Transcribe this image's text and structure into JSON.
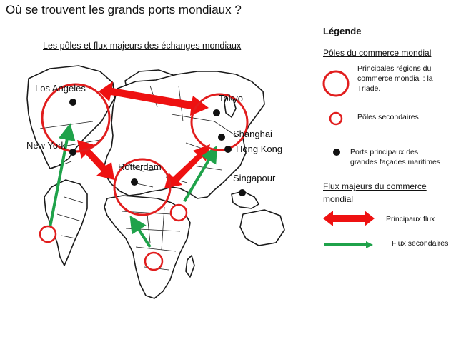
{
  "title": "Où se trouvent les grands ports mondiaux ?",
  "map_title": "Les pôles et flux majeurs des échanges mondiaux",
  "cities": {
    "los_angeles": "Los Angeles",
    "new_york": "New York",
    "rotterdam": "Rotterdam",
    "tokyo": "Tokyo",
    "shanghai": "Shanghai",
    "hong_kong": "Hong Kong",
    "singapour": "Singapour"
  },
  "legend": {
    "title": "Légende",
    "poles_heading": "Pôles du commerce mondial",
    "triade_line1": "Principales régions du",
    "triade_line2": "commerce mondial : la",
    "triade_line3": "Triade.",
    "secondary_poles": "Pôles secondaires",
    "ports_line1": "Ports principaux des",
    "ports_line2": "grandes façades maritimes",
    "flux_heading_line1": "Flux majeurs du commerce",
    "flux_heading_line2": "mondial",
    "main_flux": "Principaux flux",
    "secondary_flux": "Flux secondaires"
  },
  "colors": {
    "pole_red": "#e11d1d",
    "main_flux_red": "#ee1111",
    "secondary_flux_green": "#1fa24a",
    "map_outline": "#1a1a1a"
  }
}
